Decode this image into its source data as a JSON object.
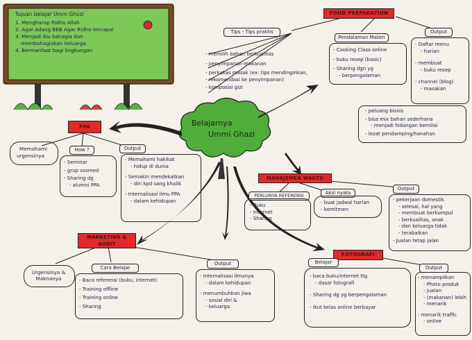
{
  "board": {
    "title": "Tujuan belajar Umm Ghozi",
    "items": [
      "1. Mengharap Ridho Allah",
      "2. Agar Adang BEB Agar Ridho tercapai",
      "3. Menjadi ibu bahagia dan",
      "membahagiakan keluarga.",
      "4. Bermanfaat bagi lingkungan"
    ]
  },
  "center": {
    "line1": "Belajarnya",
    "line2": "Ummi Ghazi"
  },
  "food_prep": {
    "header": "FOOD PREPARATION",
    "tips_label": "Tips - Tips praktis",
    "tips": [
      "memilih bahan berkualitas",
      "penyimpanan makanan",
      "perkakas masak (ex: tips mendinginkan,",
      "rekomendasi ke penyimpanan)",
      "komposisi gizi"
    ],
    "deepen_label": "Pendalaman Materi",
    "deepen": [
      "Cooking Class online",
      "buku resep (basic)",
      "Sharing dgn yg",
      "berpengalaman"
    ],
    "output_label": "Output",
    "output": [
      "Daftar menu",
      "harian",
      "membuat",
      "buku resep",
      "channel (blog)",
      "masakan"
    ],
    "bottom": [
      "peluang bisnis",
      "bisa mix bahan sederhana",
      "menjadi hidangan bernilai",
      "lezat pendamping/hanahan"
    ]
  },
  "ppa": {
    "header": "PPA",
    "understand_label": "Memahami",
    "understand_label2": "urgensinya",
    "how_label": "How ?",
    "how": [
      "Seminar",
      "grup sosmed",
      "Sharing dg",
      "alumni PPA"
    ],
    "output_label": "Output",
    "output": [
      "Memahami hakikat",
      "hidup di dunia",
      "Semakin mendekatkan",
      "diri kpd sang khalik",
      "Internalisasi ilmu PPA",
      "dalam kehidupan"
    ]
  },
  "home_mgmt": {
    "header": "MANAJEMEN WAKTU",
    "refs_label": "PERLUNYA REFERENSI",
    "refs": [
      "Buku",
      "Internet",
      "Sharing"
    ],
    "act_label": "Aksi nyata",
    "act": [
      "buat jadwal harian",
      "komitmen"
    ],
    "output_label": "Output",
    "output": [
      "pekerjaan domestik",
      "selesai, hal yang",
      "membuat berkumpul",
      "berkualitas, anak",
      "dan keluarga tidak",
      "terabaikan",
      "Jualan tetap jalan"
    ]
  },
  "marketing": {
    "header": "MARKETING & AUDIT",
    "urgency_label": "Urgensinya & Maknanya",
    "method_label": "Cara Belajar",
    "method": [
      "Baca referensi (buku, internet)",
      "Training offline",
      "Training online",
      "Sharing"
    ],
    "output_label": "Output",
    "output": [
      "Internalisasi ilmunya",
      "dalam kehidupan",
      "menumbuhkan jiwa",
      "sosial diri &",
      "keluarga"
    ]
  },
  "photo": {
    "header": "FOTOGRAFI",
    "learn_label": "Belajar",
    "learn": [
      "baca buku/internet ttg",
      "dasar fotografi",
      "Sharing dg yg berpengalaman",
      "Ikut kelas online berbayar"
    ],
    "output_label": "Output",
    "output": [
      "menampilkan",
      "Photo produk",
      "jualan",
      "(makanan) lebih",
      "menarik",
      "menarik traffic",
      "online"
    ]
  },
  "colors": {
    "accent_red": "#e02a2a",
    "cloud_green": "#4fae3a",
    "board_green": "#6cc04a",
    "ink": "#1f1f3a"
  }
}
